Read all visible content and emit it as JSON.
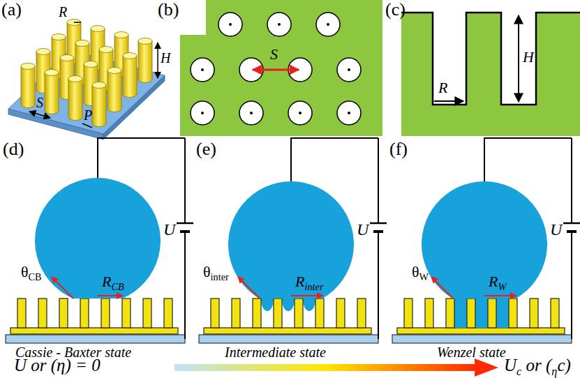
{
  "diagram": {
    "labels": [
      "(a)",
      "R",
      "H",
      "S",
      "P",
      "(b)",
      "S",
      "(c)",
      "R",
      "H",
      "(d)",
      "θCB",
      "RCB",
      "U",
      "Cassie - Baxter state",
      "(e)",
      "θinter",
      "Rinter",
      "U",
      "Intermediate state",
      "(f)",
      "θW",
      "RW",
      "U",
      "Wenzel state",
      "U or (η) = 0",
      "Uc or (ηc)"
    ]
  }
}
